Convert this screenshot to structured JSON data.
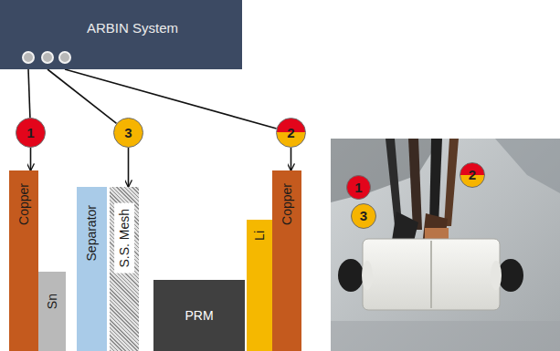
{
  "diagram": {
    "nodes": [
      {
        "text": [
          "ARBIN System"
        ]
      },
      {
        "text": [
          "1"
        ]
      },
      {
        "text": [
          "3"
        ]
      },
      {
        "text": [
          "2"
        ]
      },
      {
        "text": [
          "Copper"
        ]
      },
      {
        "text": [
          "Sn"
        ]
      },
      {
        "text": [
          "Separator"
        ]
      },
      {
        "text": [
          "S.S. Mesh"
        ]
      },
      {
        "text": [
          "PRM"
        ]
      },
      {
        "text": [
          "Li"
        ]
      },
      {
        "text": [
          "Copper"
        ]
      },
      {
        "text": [
          "2"
        ]
      },
      {
        "text": [
          "1"
        ]
      },
      {
        "text": [
          "3"
        ]
      }
    ],
    "edges": [
      {
        "from": 0,
        "to": 1,
        "arrow": "none"
      },
      {
        "from": 0,
        "to": 2,
        "arrow": "none"
      },
      {
        "from": 0,
        "to": 3,
        "arrow": "none"
      },
      {
        "from": 1,
        "to": 4,
        "arrow": "to"
      },
      {
        "from": 2,
        "to": 7,
        "arrow": "to"
      },
      {
        "from": 3,
        "to": 10,
        "arrow": "to"
      }
    ]
  }
}
